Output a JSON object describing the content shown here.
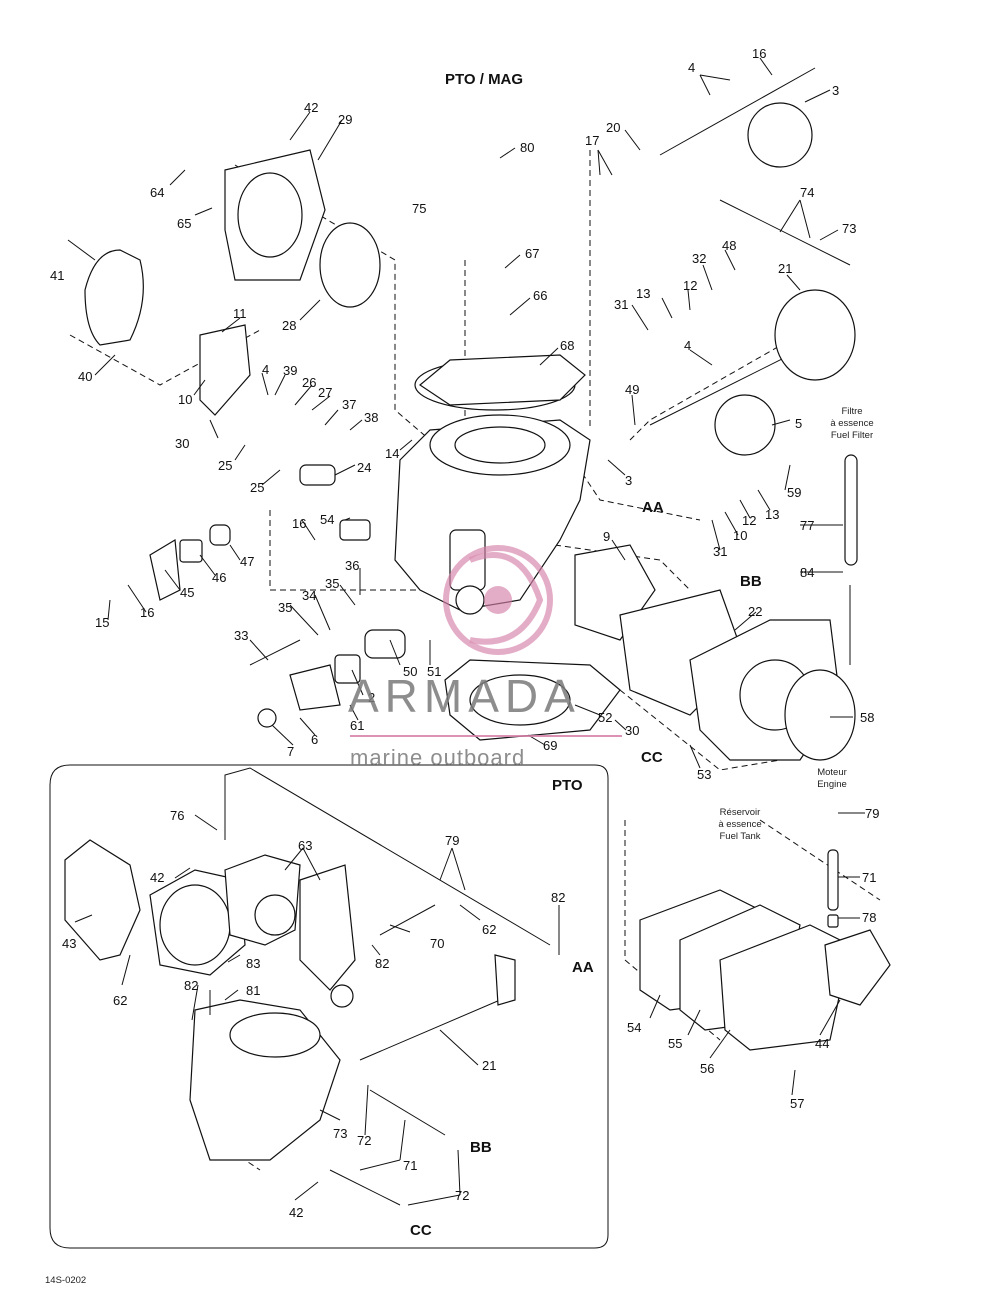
{
  "diagram": {
    "title": "PTO / MAG",
    "inset_title": "PTO",
    "figure_code": "14S-0202",
    "watermark": {
      "brand": "ARMADA",
      "tagline": "marine outboard"
    },
    "notes": {
      "fuel_filter": [
        "Filtre",
        "à essence",
        "Fuel Filter"
      ],
      "fuel_tank": [
        "Réservoir",
        "à essence",
        "Fuel Tank"
      ],
      "engine": [
        "Moteur",
        "Engine"
      ]
    },
    "connectors": {
      "aa": "AA",
      "bb": "BB",
      "cc": "CC"
    },
    "callouts": {
      "c16a": "16",
      "c4a": "4",
      "c3": "3",
      "c42a": "42",
      "c29": "29",
      "c80": "80",
      "c17": "17",
      "c20": "20",
      "c64": "64",
      "c75": "75",
      "c74": "74",
      "c73a": "73",
      "c65": "65",
      "c41": "41",
      "c67": "67",
      "c48": "48",
      "c32": "32",
      "c21a": "21",
      "c66": "66",
      "c28": "28",
      "c13a": "13",
      "c12a": "12",
      "c31a": "31",
      "c11": "11",
      "c40": "40",
      "c68": "68",
      "c4b": "4",
      "c10": "10",
      "c39": "39",
      "c26": "26",
      "c4c": "4",
      "c27": "27",
      "c49": "49",
      "c30a": "30",
      "c37": "37",
      "c38": "38",
      "c5": "5",
      "c25a": "25",
      "c14": "14",
      "c24": "24",
      "c3b": "3",
      "c25b": "25",
      "c59": "59",
      "c13b": "13",
      "c12b": "12",
      "c16b": "16",
      "c54a": "54",
      "c10b": "10",
      "c31b": "31",
      "c77": "77",
      "c47": "47",
      "c9": "9",
      "c46": "46",
      "c36": "36",
      "c84": "84",
      "c45": "45",
      "c15": "15",
      "c16c": "16",
      "c35a": "35",
      "c34": "34",
      "c35b": "35",
      "c22": "22",
      "c33": "33",
      "c50": "50",
      "c51": "51",
      "c2": "2",
      "c52": "52",
      "c58": "58",
      "c61": "61",
      "c7": "7",
      "c6": "6",
      "c69": "69",
      "c30b": "30",
      "c53": "53",
      "c79a": "79",
      "c76": "76",
      "c63a": "63",
      "c79b": "79",
      "c71a": "71",
      "c42b": "42",
      "c82a": "82",
      "c62a": "62",
      "c78": "78",
      "c43": "43",
      "c70": "70",
      "c82b": "82",
      "c83": "83",
      "c62b": "62",
      "c82c": "82",
      "c81": "81",
      "c54b": "54",
      "c55": "55",
      "c56": "56",
      "c44": "44",
      "c21b": "21",
      "c73b": "73",
      "c72a": "72",
      "c71b": "71",
      "c72b": "72",
      "c42c": "42",
      "c57": "57"
    }
  }
}
